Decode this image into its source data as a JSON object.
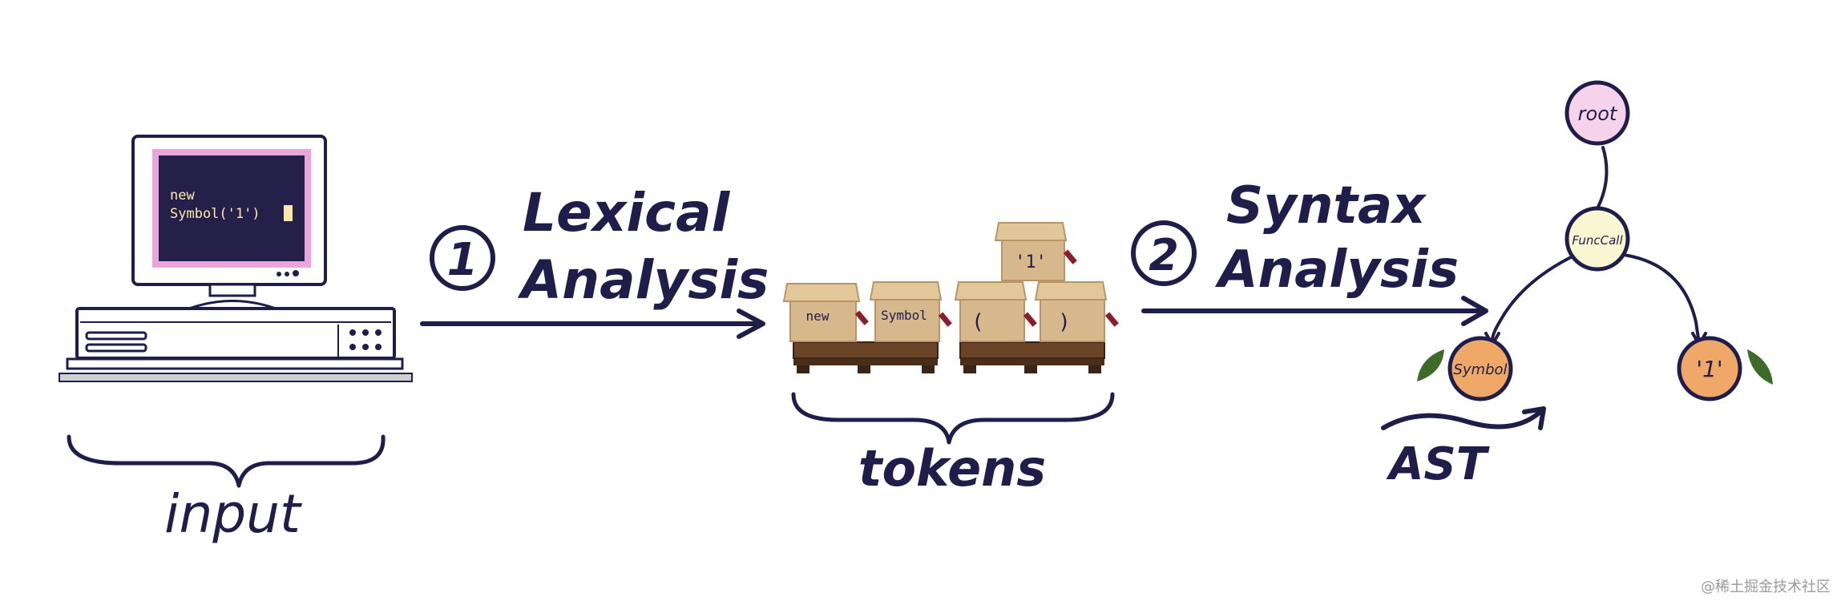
{
  "terminal": {
    "line1": "new",
    "line2": "Symbol('1')"
  },
  "labels": {
    "input": "input",
    "step1_number": "1",
    "step1_line1": "Lexical",
    "step1_line2": "Analysis",
    "tokens": "tokens",
    "step2_number": "2",
    "step2_line1": "Syntax",
    "step2_line2": "Analysis",
    "ast": "AST"
  },
  "token_boxes": [
    "new",
    "Symbol",
    "(",
    ")",
    "'1'"
  ],
  "tree": {
    "root": "root",
    "call": "FuncCall",
    "left": "Symbol",
    "right": "'1'"
  },
  "watermark": "@稀土掘金技术社区",
  "colors": {
    "ink": "#1f1d4a",
    "screen": "#24204a",
    "screen_border": "#e9a6dc",
    "screen_text": "#ffe9a8",
    "box": "#d6b88c",
    "box_dark": "#b99565",
    "pallet": "#5a3a22",
    "root_node": "#f6d3ea",
    "call_node": "#fbf6d2",
    "leaf_node": "#f0a868"
  }
}
